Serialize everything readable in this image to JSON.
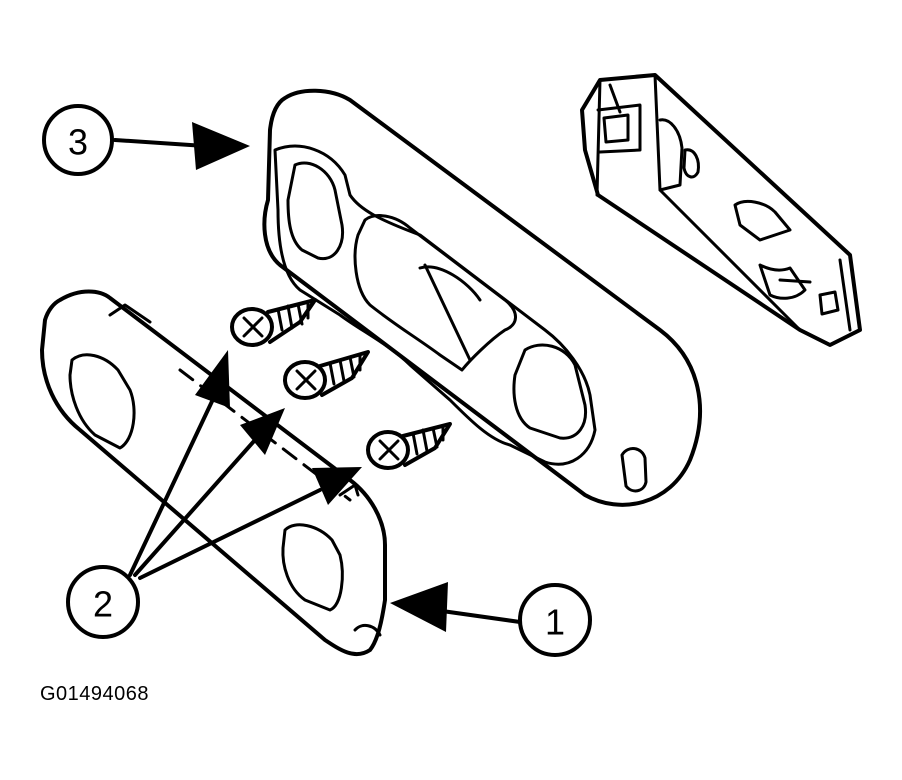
{
  "callouts": {
    "c1": "1",
    "c2": "2",
    "c3": "3"
  },
  "figure_id": "G01494068",
  "colors": {
    "ink": "#000000",
    "paper": "#ffffff"
  }
}
